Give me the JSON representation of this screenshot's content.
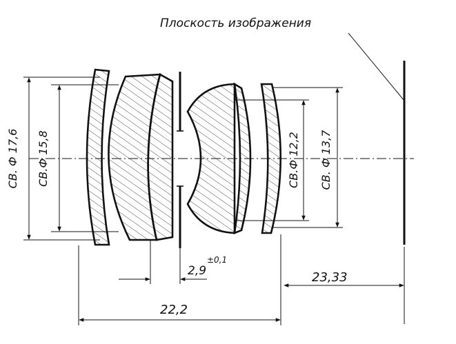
{
  "labels": {
    "image_plane": "Плоскость изображения",
    "dim_17_6": "СВ. Ф 17,6",
    "dim_15_8": "СВ.Ф 15,8",
    "dim_12_2": "СВ.Ф 12,2",
    "dim_13_7": "СВ. Ф 13,7",
    "dim_2_9_value": "2,9",
    "dim_2_9_tol": "±0,1",
    "dim_22_2": "22,2",
    "dim_23_33": "23,33"
  }
}
